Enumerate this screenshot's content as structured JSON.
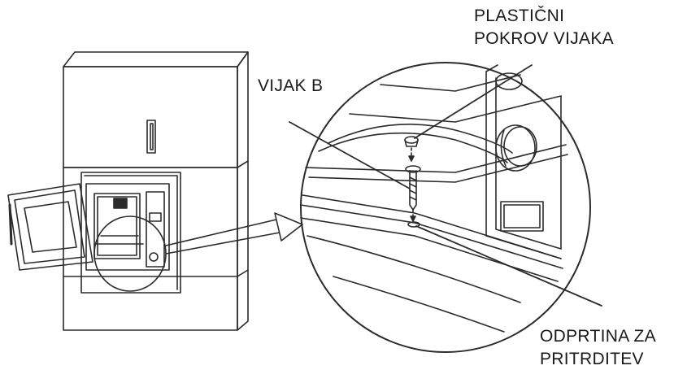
{
  "labels": {
    "plastic_cover": [
      "PLASTIČNI",
      "POKROV VIJAKA"
    ],
    "screw": "VIJAK B",
    "mounting_hole": [
      "ODPRTINA ZA",
      "PRITRDITEV"
    ]
  },
  "colors": {
    "line": "#2b2b2b",
    "text": "#1a1a1a",
    "shade": "#d9d9d9"
  }
}
